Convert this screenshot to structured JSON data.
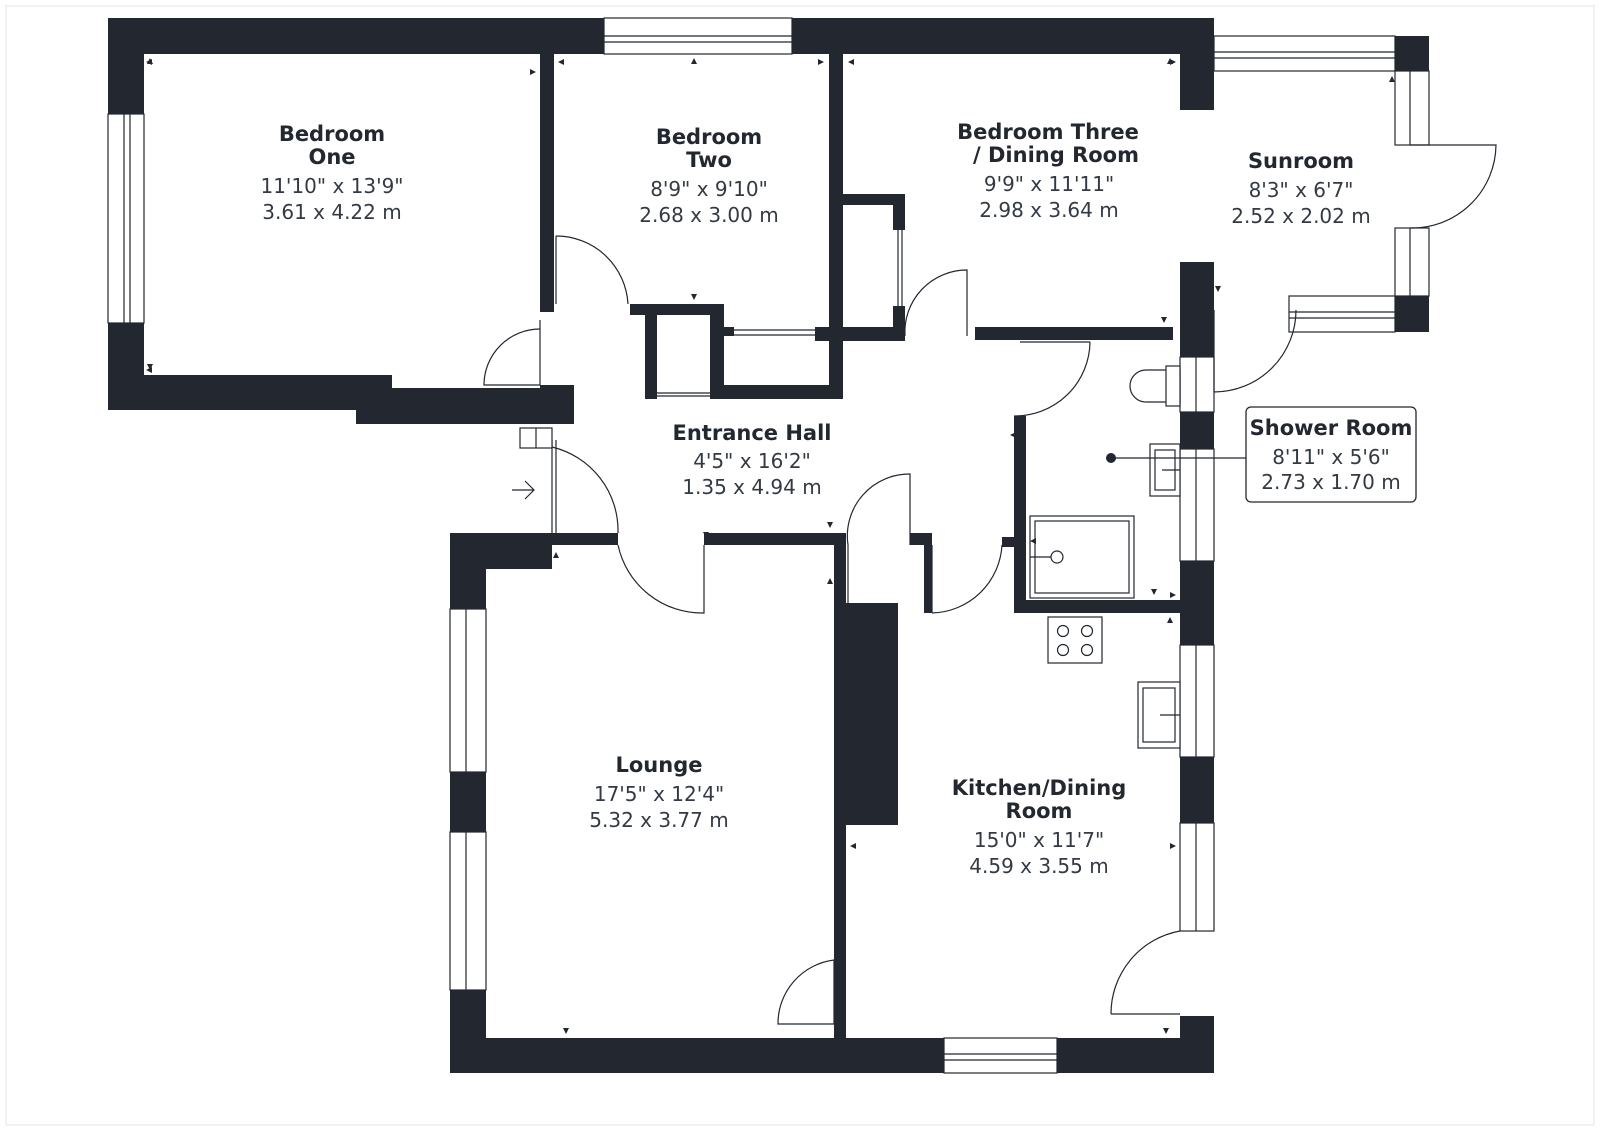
{
  "colors": {
    "wall": "#222730",
    "background": "#ffffff"
  },
  "rooms": {
    "bedroom_one": {
      "name_line1": "Bedroom",
      "name_line2": "One",
      "imperial": "11'10\" x 13'9\"",
      "metric": "3.61 x 4.22 m"
    },
    "bedroom_two": {
      "name_line1": "Bedroom",
      "name_line2": "Two",
      "imperial": "8'9\" x 9'10\"",
      "metric": "2.68 x 3.00 m"
    },
    "bedroom_three": {
      "name_line1": "Bedroom Three",
      "name_line2": "/ Dining Room",
      "imperial": "9'9\" x 11'11\"",
      "metric": "2.98 x 3.64 m"
    },
    "sunroom": {
      "name_line1": "Sunroom",
      "imperial": "8'3\" x 6'7\"",
      "metric": "2.52 x 2.02 m"
    },
    "entrance_hall": {
      "name_line1": "Entrance Hall",
      "imperial": "4'5\" x 16'2\"",
      "metric": "1.35 x 4.94 m"
    },
    "shower_room": {
      "name_line1": "Shower Room",
      "imperial": "8'11\" x 5'6\"",
      "metric": "2.73 x 1.70 m"
    },
    "lounge": {
      "name_line1": "Lounge",
      "imperial": "17'5\" x 12'4\"",
      "metric": "5.32 x 3.77 m"
    },
    "kitchen": {
      "name_line1": "Kitchen/Dining",
      "name_line2": "Room",
      "imperial": "15'0\" x 11'7\"",
      "metric": "4.59 x 3.55 m"
    }
  }
}
